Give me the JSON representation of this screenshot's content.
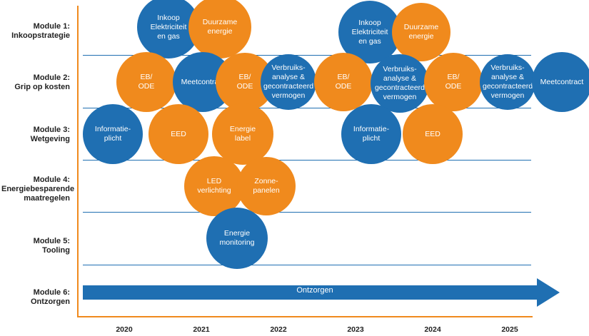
{
  "modules": [
    {
      "line1": "Module 1:",
      "line2": "Inkoopstrategie"
    },
    {
      "line1": "Module 2:",
      "line2": "Grip op kosten"
    },
    {
      "line1": "Module 3:",
      "line2": "Wetgeving"
    },
    {
      "line1": "Module 4:",
      "line2": "Energiebesparende",
      "line3": "maatregelen"
    },
    {
      "line1": "Module 5:",
      "line2": "Tooling"
    },
    {
      "line1": "Module 6:",
      "line2": "Ontzorgen"
    }
  ],
  "years": [
    "2020",
    "2021",
    "2022",
    "2023",
    "2024",
    "2025"
  ],
  "arrow_label": "Ontzorgen",
  "colors": {
    "blue": "#1f6fb2",
    "orange": "#f08a1d"
  },
  "bubbles": [
    {
      "text": "Inkoop\nElektriciteit\nen gas",
      "color": "blue"
    },
    {
      "text": "Duurzame\nenergie",
      "color": "orange"
    },
    {
      "text": "Inkoop\nElektriciteit\nen gas",
      "color": "blue"
    },
    {
      "text": "Duurzame\nenergie",
      "color": "orange"
    },
    {
      "text": "EB/\nODE",
      "color": "orange"
    },
    {
      "text": "Meetcontract",
      "color": "blue"
    },
    {
      "text": "EB/\nODE",
      "color": "orange"
    },
    {
      "text": "Verbruiks-\nanalyse &\ngecontracteerd\nvermogen",
      "color": "blue"
    },
    {
      "text": "EB/\nODE",
      "color": "orange"
    },
    {
      "text": "Verbruiks-\nanalyse &\ngecontracteerd\nvermogen",
      "color": "blue"
    },
    {
      "text": "EB/\nODE",
      "color": "orange"
    },
    {
      "text": "Verbruiks-\nanalyse &\ngecontracteerd\nvermogen",
      "color": "blue"
    },
    {
      "text": "Meetcontract",
      "color": "blue"
    },
    {
      "text": "Informatie-\nplicht",
      "color": "blue"
    },
    {
      "text": "EED",
      "color": "orange"
    },
    {
      "text": "Energie\nlabel",
      "color": "orange"
    },
    {
      "text": "Informatie-\nplicht",
      "color": "blue"
    },
    {
      "text": "EED",
      "color": "orange"
    },
    {
      "text": "LED\nverlichting",
      "color": "orange"
    },
    {
      "text": "Zonne-\npanelen",
      "color": "orange"
    },
    {
      "text": "Energie\nmonitoring",
      "color": "blue"
    }
  ]
}
